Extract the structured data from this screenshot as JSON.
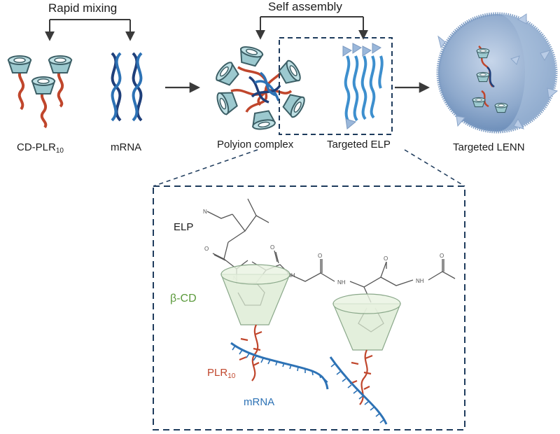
{
  "headers": {
    "rapid_mixing": "Rapid mixing",
    "self_assembly": "Self assembly"
  },
  "labels": {
    "cd_plr_main": "CD-PLR",
    "cd_plr_sub": "10",
    "mrna": "mRNA",
    "polyion_complex": "Polyion complex",
    "targeted_elp": "Targeted ELP",
    "targeted_lenn": "Targeted LENN"
  },
  "inset": {
    "elp": "ELP",
    "beta_cd": "β-CD",
    "plr_main": "PLR",
    "plr_sub": "10",
    "mrna": "mRNA"
  },
  "colors": {
    "cd_ring": "#9cc9cf",
    "cd_ring_stroke": "#3c5f66",
    "plr": "#c0462c",
    "mrna_dark": "#1f3f7a",
    "mrna_blue": "#2d72b5",
    "elp_blue": "#3d8fce",
    "dash_box": "#1e3b5c",
    "lenn_sphere": "#8ea9cc",
    "beta_cd_text": "#5b9a3c",
    "plr_text": "#c0462c",
    "mrna_text": "#2d72b5",
    "arrow": "#3a3a3a"
  }
}
